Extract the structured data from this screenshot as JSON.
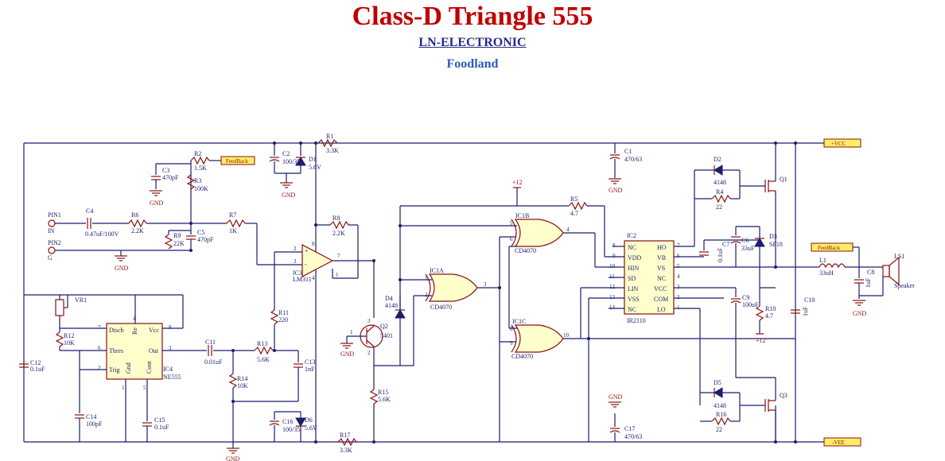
{
  "header": {
    "title": "Class-D Triangle 555",
    "subtitle": "LN-ELECTRONIC",
    "author": "Foodland"
  },
  "power": {
    "vcc": "+VCC",
    "vee": "-VEE",
    "gnd": "GND",
    "plus12": "+12"
  },
  "ports": {
    "feedback": "FeedBack"
  },
  "pins": {
    "pin1": "PIN1",
    "pin1_name": "IN",
    "pin2": "PIN2",
    "pin2_name": "G"
  },
  "parts": {
    "R1": {
      "ref": "R1",
      "val": "3.3K"
    },
    "R2": {
      "ref": "R2",
      "val": "1.5K"
    },
    "R3": {
      "ref": "R3",
      "val": "100K"
    },
    "R4": {
      "ref": "R4",
      "val": "22"
    },
    "R5": {
      "ref": "R5",
      "val": "4.7"
    },
    "R6": {
      "ref": "R6",
      "val": "2.2K"
    },
    "R7": {
      "ref": "R7",
      "val": "1K"
    },
    "R8": {
      "ref": "R8",
      "val": "2.2K"
    },
    "R9": {
      "ref": "R9",
      "val": "22K"
    },
    "R10": {
      "ref": "R10",
      "val": "4.7"
    },
    "R11": {
      "ref": "R11",
      "val": "220"
    },
    "R12": {
      "ref": "R12",
      "val": "10K"
    },
    "R13": {
      "ref": "R13",
      "val": "5.6K"
    },
    "R14": {
      "ref": "R14",
      "val": "10K"
    },
    "R15": {
      "ref": "R15",
      "val": "5.6K"
    },
    "R16": {
      "ref": "R16",
      "val": "22"
    },
    "R17": {
      "ref": "R17",
      "val": "3.3K"
    },
    "C1": {
      "ref": "C1",
      "val": "470/63"
    },
    "C2": {
      "ref": "C2",
      "val": "100/35"
    },
    "C3": {
      "ref": "C3",
      "val": "470pF"
    },
    "C4": {
      "ref": "C4",
      "val": "0.47uF/100V"
    },
    "C5": {
      "ref": "C5",
      "val": "470pF"
    },
    "C6": {
      "ref": "C6",
      "val": "33uF"
    },
    "C7": {
      "ref": "C7",
      "val": "0.1uF"
    },
    "C8": {
      "ref": "C8",
      "val": "1uF"
    },
    "C9": {
      "ref": "C9",
      "val": "100uF"
    },
    "C10": {
      "ref": "C10",
      "val": "1uF"
    },
    "C11": {
      "ref": "C11",
      "val": "0.01uF"
    },
    "C12": {
      "ref": "C12",
      "val": "0.1uF"
    },
    "C13": {
      "ref": "C13",
      "val": "1nF"
    },
    "C14": {
      "ref": "C14",
      "val": "100pF"
    },
    "C15": {
      "ref": "C15",
      "val": "0.1uF"
    },
    "C16": {
      "ref": "C16",
      "val": "100/35"
    },
    "C17": {
      "ref": "C17",
      "val": "470/63"
    },
    "D1": {
      "ref": "D1",
      "val": "5.6V"
    },
    "D2": {
      "ref": "D2",
      "val": "4148"
    },
    "D3": {
      "ref": "D3",
      "val": "SF18"
    },
    "D4": {
      "ref": "D4",
      "val": "4148"
    },
    "D5": {
      "ref": "D5",
      "val": "4148"
    },
    "D6": {
      "ref": "D6",
      "val": "5.6V"
    },
    "VR1": {
      "ref": "VR1"
    },
    "Q1": {
      "ref": "Q1"
    },
    "Q2": {
      "ref": "Q2",
      "val": "5401"
    },
    "Q3": {
      "ref": "Q3"
    },
    "L1": {
      "ref": "L1",
      "val": "33uH"
    },
    "LS1": {
      "ref": "LS1",
      "val": "Speaker"
    },
    "IC1A": {
      "ref": "IC1A",
      "val": "CD4070"
    },
    "IC1B": {
      "ref": "IC1B",
      "val": "CD4070"
    },
    "IC1C": {
      "ref": "IC1C",
      "val": "CD4070"
    },
    "IC2": {
      "ref": "IC2",
      "val": "IR2110"
    },
    "IC3": {
      "ref": "IC3",
      "val": "LM311"
    },
    "IC4": {
      "ref": "IC4",
      "val": "NE555"
    }
  },
  "ne555_pins": [
    "Disch",
    "Re",
    "Vcc",
    "Thres",
    "Out",
    "Trig",
    "Gnd",
    "Cont"
  ],
  "ir2110_left": [
    "NC",
    "VDD",
    "HIN",
    "SD",
    "LIN",
    "VSS",
    "NC"
  ],
  "ir2110_right": [
    "HO",
    "VB",
    "VS",
    "NC",
    "VCC",
    "COM",
    "LO"
  ],
  "ir2110_left_pins": [
    "8",
    "9",
    "10",
    "11",
    "12",
    "13",
    "14"
  ],
  "ir2110_right_pins": [
    "7",
    "6",
    "5",
    "4",
    "3",
    "2",
    "1"
  ]
}
